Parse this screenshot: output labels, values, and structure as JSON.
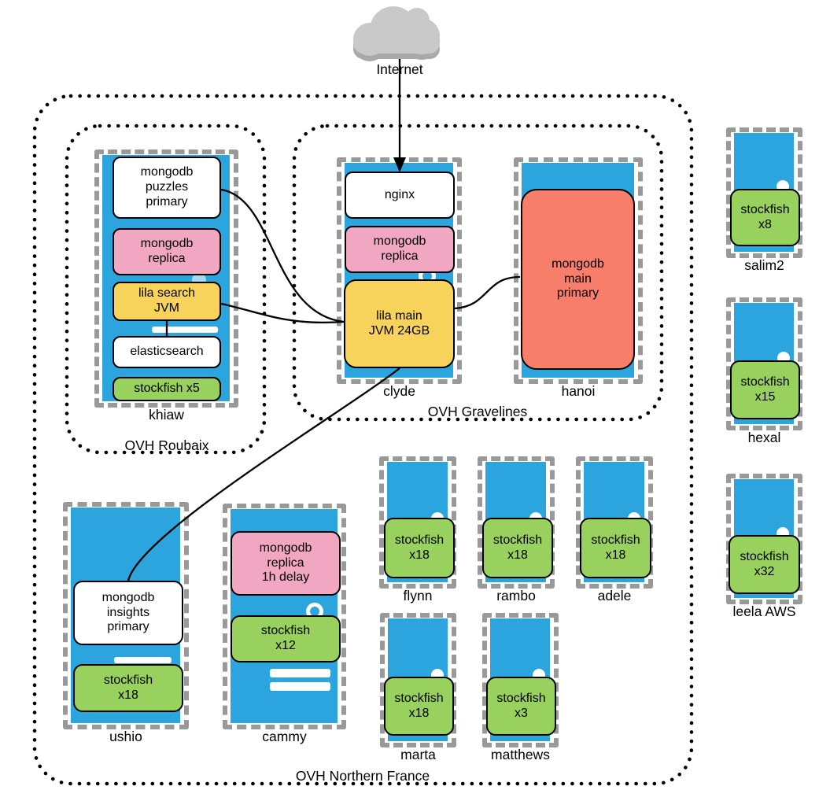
{
  "internet": {
    "label": "Internet"
  },
  "regions": {
    "northern_france": {
      "label": "OVH Northern France"
    },
    "roubaix": {
      "label": "OVH Roubaix"
    },
    "gravelines": {
      "label": "OVH Gravelines"
    }
  },
  "colors": {
    "server_blue": "#2CA4DD",
    "box_pink": "#F1A7C2",
    "box_yellow": "#F8D35B",
    "box_green": "#99D15E",
    "box_salmon": "#F87E6C",
    "box_white": "#FFFFFF",
    "server_border_gray": "#999999",
    "cloud_gray": "#C9C9C9",
    "cloud_shadow_gray": "#A9A9A9",
    "edge_black": "#000000"
  },
  "servers": {
    "khiaw": {
      "label": "khiaw",
      "services": {
        "puzzles": "mongodb\npuzzles\nprimary",
        "replica": "mongodb\nreplica",
        "lila_search": "lila search\nJVM",
        "elasticsearch": "elasticsearch",
        "stockfish": "stockfish x5"
      }
    },
    "clyde": {
      "label": "clyde",
      "services": {
        "nginx": "nginx",
        "replica": "mongodb\nreplica",
        "lila_main": "lila main\nJVM 24GB"
      }
    },
    "hanoi": {
      "label": "hanoi",
      "services": {
        "main_primary": "mongodb\nmain\nprimary"
      }
    },
    "ushio": {
      "label": "ushio",
      "services": {
        "insights": "mongodb\ninsights\nprimary",
        "stockfish": "stockfish\nx18"
      }
    },
    "cammy": {
      "label": "cammy",
      "services": {
        "replica": "mongodb\nreplica\n1h delay",
        "stockfish": "stockfish\nx12"
      }
    },
    "flynn": {
      "label": "flynn",
      "services": {
        "stockfish": "stockfish\nx18"
      }
    },
    "rambo": {
      "label": "rambo",
      "services": {
        "stockfish": "stockfish\nx18"
      }
    },
    "adele": {
      "label": "adele",
      "services": {
        "stockfish": "stockfish\nx18"
      }
    },
    "marta": {
      "label": "marta",
      "services": {
        "stockfish": "stockfish\nx18"
      }
    },
    "matthews": {
      "label": "matthews",
      "services": {
        "stockfish": "stockfish\nx3"
      }
    },
    "salim2": {
      "label": "salim2",
      "services": {
        "stockfish": "stockfish\nx8"
      }
    },
    "hexal": {
      "label": "hexal",
      "services": {
        "stockfish": "stockfish\nx15"
      }
    },
    "leela": {
      "label": "leela AWS",
      "services": {
        "stockfish": "stockfish\nx32"
      }
    }
  }
}
